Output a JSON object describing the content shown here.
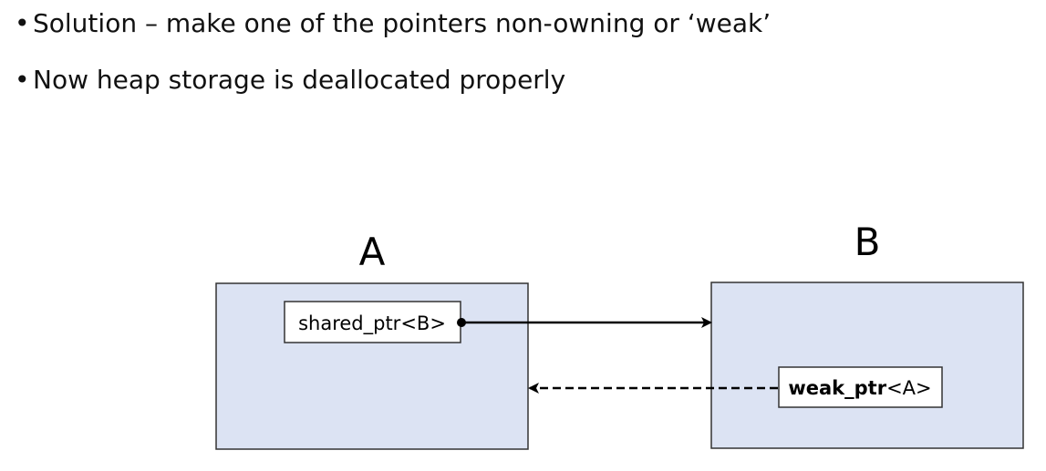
{
  "bullets": [
    "Solution – make one of the pointers non-owning or ‘weak’",
    "Now heap storage is deallocated properly"
  ],
  "bullet_marker": "•",
  "diagram": {
    "object_a": {
      "label": "A",
      "pointer_label": "shared_ptr<B>"
    },
    "object_b": {
      "label": "B",
      "pointer_name": "weak_ptr",
      "pointer_type": "<A>"
    },
    "colors": {
      "box_fill": "#dce3f3",
      "box_stroke": "#333333",
      "pointer_fill": "#ffffff",
      "arrow": "#000000"
    },
    "icons": [
      "arrow-solid-right-icon",
      "arrow-dashed-left-icon",
      "pointer-origin-dot-icon"
    ]
  }
}
